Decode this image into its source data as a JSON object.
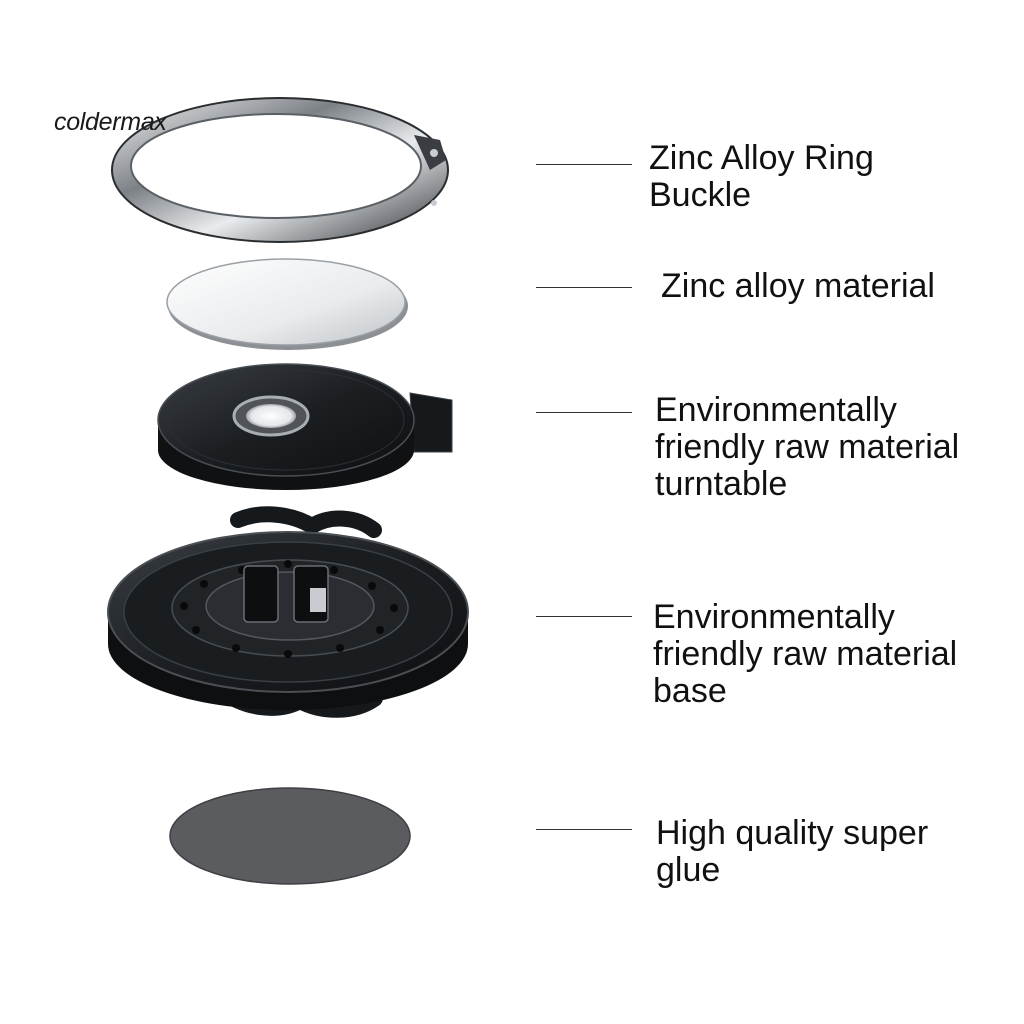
{
  "brand_watermark": "coldermax",
  "colors": {
    "background": "#ffffff",
    "text": "#111111",
    "metal_dark": "#1f2326",
    "metal_light": "#e6e9ec",
    "glue": "#5a5c5f"
  },
  "components": [
    {
      "id": "ring",
      "icon": "ring-buckle-icon",
      "label_lines": [
        "Zinc Alloy Ring",
        "Buckle"
      ]
    },
    {
      "id": "plate",
      "icon": "metal-plate-icon",
      "label_lines": [
        "Zinc alloy material"
      ]
    },
    {
      "id": "turntable",
      "icon": "turntable-icon",
      "label_lines": [
        "Environmentally",
        "friendly raw material",
        "turntable"
      ]
    },
    {
      "id": "base",
      "icon": "base-icon",
      "label_lines": [
        "Environmentally",
        "friendly raw material",
        "base"
      ]
    },
    {
      "id": "glue",
      "icon": "glue-disc-icon",
      "label_lines": [
        "High quality super",
        "glue"
      ]
    }
  ]
}
